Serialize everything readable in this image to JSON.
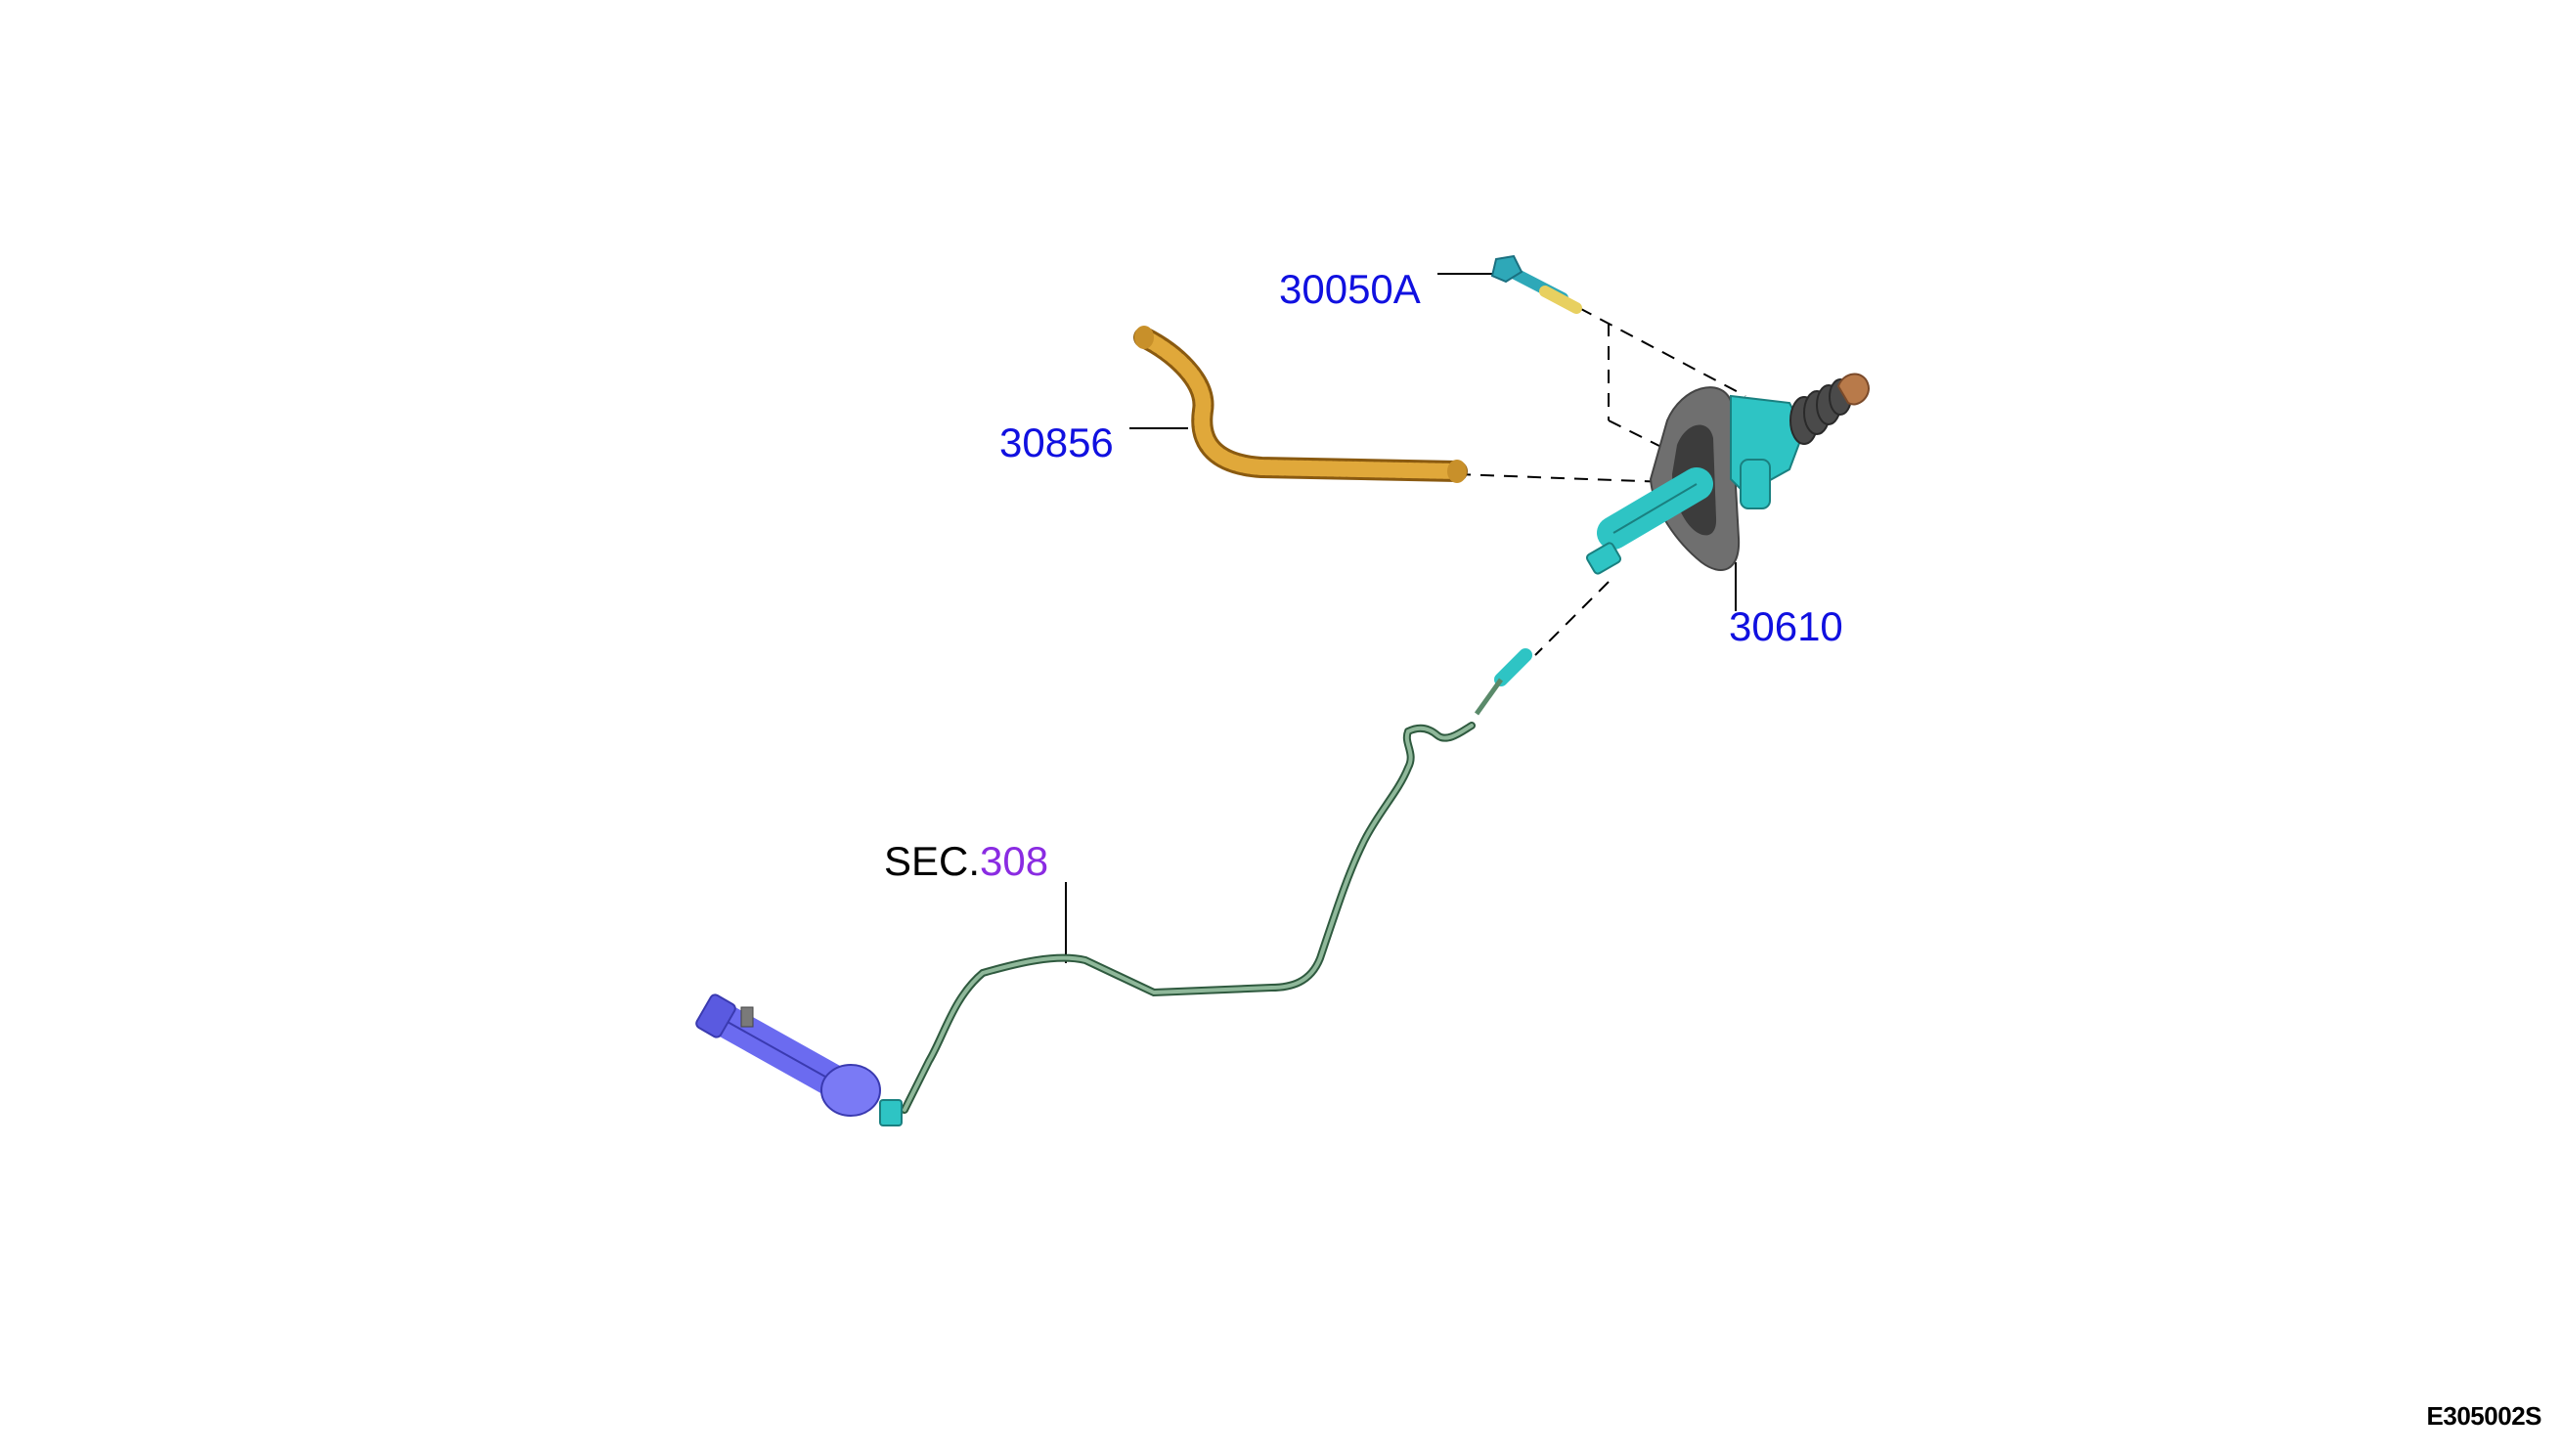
{
  "callouts": {
    "bolt": "30050A",
    "hose": "30856",
    "master_cylinder": "30610",
    "section_prefix": "SEC.",
    "section_number": "308"
  },
  "image_code": "E305002S",
  "colors": {
    "label_blue": "#1010e0",
    "section_purple": "#8a2be2",
    "part_teal": "#2ec4c4",
    "hose_gold": "#e0a83a",
    "gasket_gray": "#6f6f6f",
    "boot_dark": "#4a4a4a",
    "pipe_green": "#5a8a6a",
    "slave_cylinder_blue": "#6b6bf0"
  }
}
